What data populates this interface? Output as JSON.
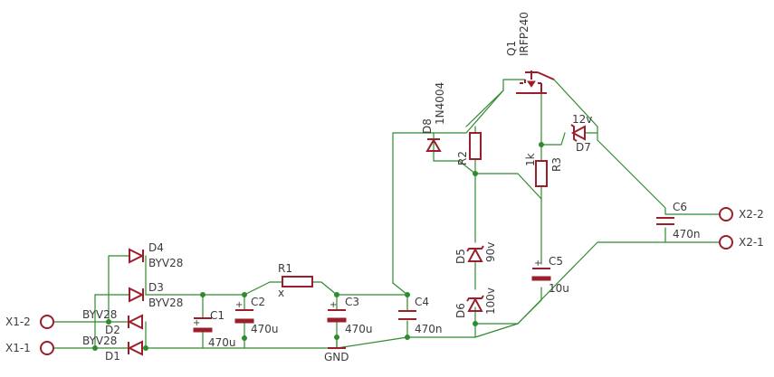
{
  "components": {
    "Q1": {
      "name": "Q1",
      "value": "IRFP240"
    },
    "D8": {
      "name": "D8",
      "value": "1N4004"
    },
    "D7": {
      "name": "D7",
      "value": "12v"
    },
    "D5": {
      "name": "D5",
      "value": "90v"
    },
    "D6": {
      "name": "D6",
      "value": "100v"
    },
    "D4": {
      "name": "D4",
      "value": "BYV28"
    },
    "D3": {
      "name": "D3",
      "value": "BYV28"
    },
    "D2": {
      "name": "D2",
      "value": "BYV28"
    },
    "D1": {
      "name": "D1",
      "value": "BYV28"
    },
    "R1": {
      "name": "R1",
      "value": "x"
    },
    "R2": {
      "name": "R2",
      "value": ""
    },
    "R3": {
      "name": "R3",
      "value": "1k"
    },
    "C1": {
      "name": "C1",
      "value": "470u"
    },
    "C2": {
      "name": "C2",
      "value": "470u"
    },
    "C3": {
      "name": "C3",
      "value": "470u"
    },
    "C4": {
      "name": "C4",
      "value": "470n"
    },
    "C5": {
      "name": "C5",
      "value": "10u"
    },
    "C6": {
      "name": "C6",
      "value": "470n"
    }
  },
  "connectors": {
    "x1_1": "X1-1",
    "x1_2": "X1-2",
    "x2_1": "X2-1",
    "x2_2": "X2-2"
  },
  "gnd_label": "GND",
  "colors": {
    "wire": "#2e8b2e",
    "component": "#9b1f2a",
    "label": "#3b3b3b"
  }
}
